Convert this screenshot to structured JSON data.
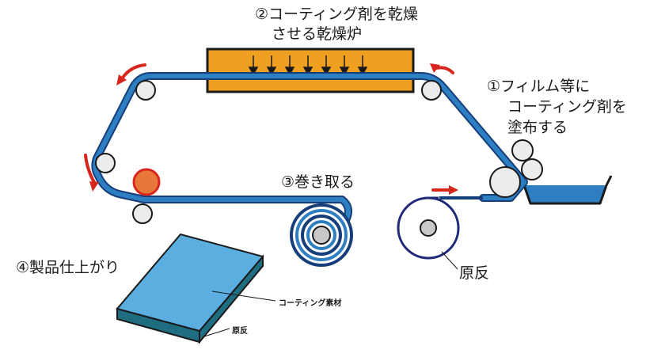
{
  "labels": {
    "step1_line1": "①フィルム等に",
    "step1_line2": "コーティング剤を",
    "step1_line3": "塗布する",
    "step2_line1": "②コーティング剤を乾燥",
    "step2_line2": "させる乾燥炉",
    "step3": "③巻き取る",
    "step4": "④製品仕上がり",
    "source_roll": "原反",
    "product_coating": "コーティング素材",
    "product_base": "原反"
  },
  "colors": {
    "film": "#1e6fba",
    "film_dark": "#163e7a",
    "oven": "#f0a020",
    "arrow_red": "#d7261e",
    "roller": "#ececec",
    "heated_roller": "#e8773a",
    "tray_liquid": "#2d7fc2",
    "product_top": "#5aaee0",
    "product_side": "#1f6d80"
  },
  "icons": [
    "roller-icon",
    "heat-arrow-icon",
    "direction-arrow-icon"
  ]
}
